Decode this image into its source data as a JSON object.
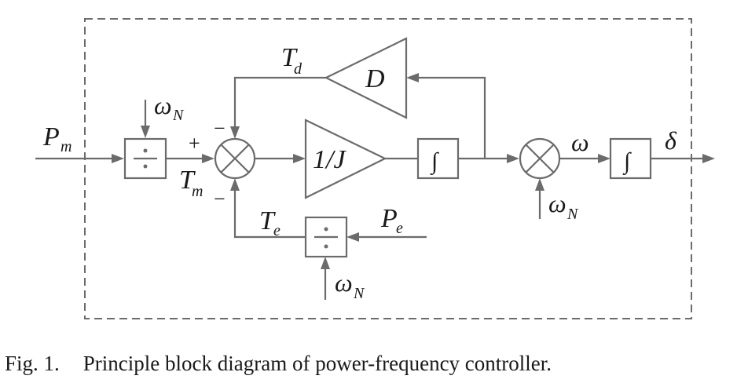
{
  "diagram": {
    "title": "Power-frequency controller",
    "blocks": {
      "div_in": {
        "symbol": "÷"
      },
      "sum": {
        "symbol": "⊗"
      },
      "inertia": {
        "label": "1/J"
      },
      "damping": {
        "label": "D"
      },
      "integrator1": {
        "symbol": "∫"
      },
      "mult": {
        "symbol": "⊗"
      },
      "integrator2": {
        "symbol": "∫"
      },
      "div_e": {
        "symbol": "÷"
      }
    },
    "signals": {
      "pm": {
        "main": "P",
        "sub": "m"
      },
      "omega_n_top": {
        "main": "ω",
        "sub": "N"
      },
      "tm": {
        "main": "T",
        "sub": "m"
      },
      "td": {
        "main": "T",
        "sub": "d"
      },
      "te": {
        "main": "T",
        "sub": "e"
      },
      "pe": {
        "main": "P",
        "sub": "e"
      },
      "omega_n_bottom": {
        "main": "ω",
        "sub": "N"
      },
      "omega_n_right": {
        "main": "ω",
        "sub": "N"
      },
      "omega": {
        "main": "ω"
      },
      "delta": {
        "main": "δ"
      }
    },
    "signs": {
      "plus": "+",
      "minus_top": "−",
      "minus_bottom": "−"
    }
  },
  "caption": {
    "number": "Fig. 1.",
    "text": "Principle block diagram of power-frequency controller."
  }
}
